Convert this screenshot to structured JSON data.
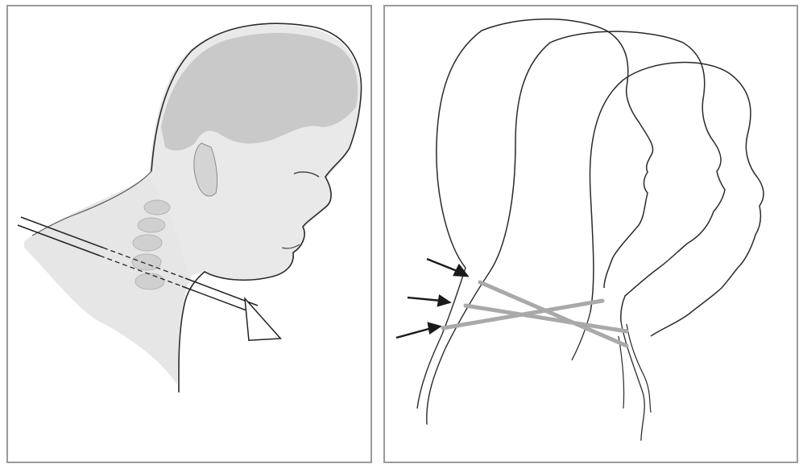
{
  "colors": {
    "background": "#ffffff",
    "panel_border": "#9a9a9a",
    "outline": "#2a2a2a",
    "shading": "#cfcfcf",
    "shading_dark": "#a8a8a8",
    "trajectory": "#a9a9a9",
    "arrow": "#1a1a1a"
  },
  "icons": {
    "left_panel": [
      "head-profile-with-spine-illustration",
      "bullet-trajectory-arrow"
    ],
    "right_panel": [
      "head-outline-figures",
      "entry-point-arrows",
      "trajectory-lines"
    ]
  }
}
